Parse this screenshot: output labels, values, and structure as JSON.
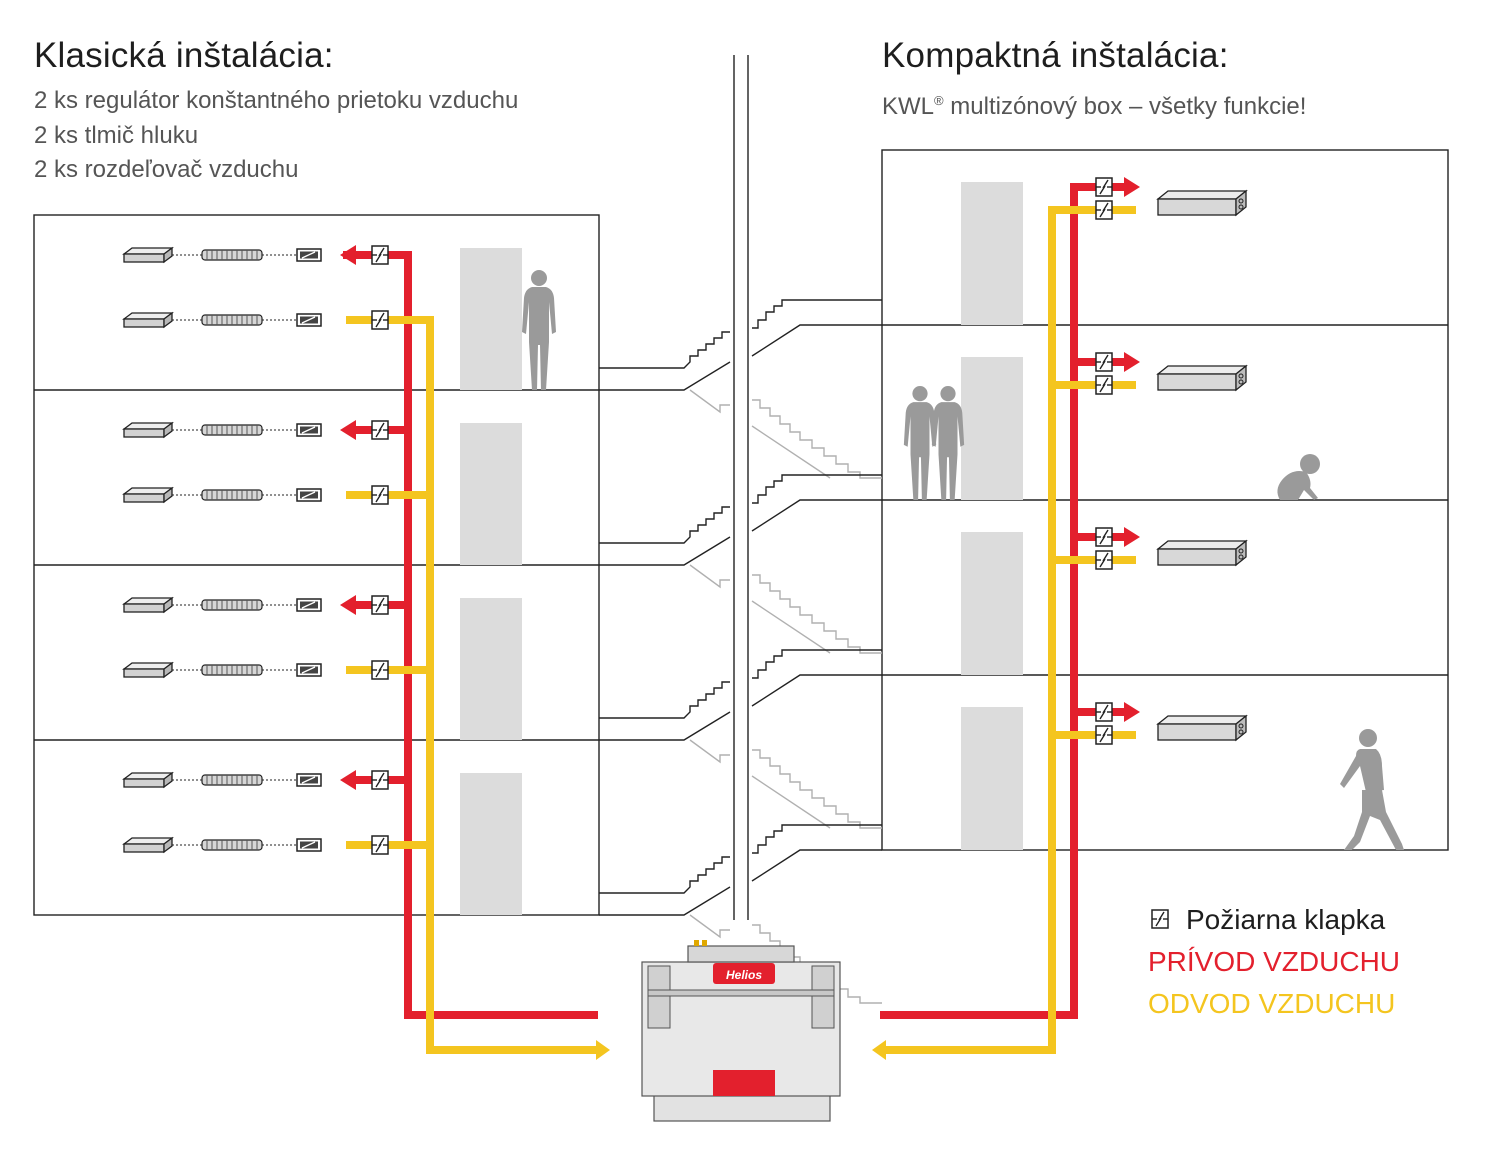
{
  "left": {
    "title": "Klasická inštalácia:",
    "lines": [
      "2 ks regulátor konštantného prietoku vzduchu",
      "2 ks tlmič hluku",
      "2 ks rozdeľovač vzduchu"
    ]
  },
  "right": {
    "title": "Kompaktná inštalácia:",
    "subtitle_pre": "KWL",
    "subtitle_reg": "®",
    "subtitle_post": " multizónový box – všetky funkcie!"
  },
  "legend": {
    "fire_damper": "Požiarna klapka",
    "supply": "PRÍVOD VZDUCHU",
    "exhaust": "ODVOD VZDUCHU"
  },
  "unit": {
    "brand": "Helios"
  },
  "colors": {
    "supply": "#e3202d",
    "exhaust": "#f4c51f",
    "line": "#222222",
    "door": "#dcdcdc",
    "person": "#9a9a9a"
  },
  "icons": [
    "fire-damper-icon",
    "air-outlet-icon",
    "silencer-icon",
    "flow-regulator-icon",
    "multizone-box-icon",
    "person-icon",
    "ventilation-unit-icon"
  ]
}
